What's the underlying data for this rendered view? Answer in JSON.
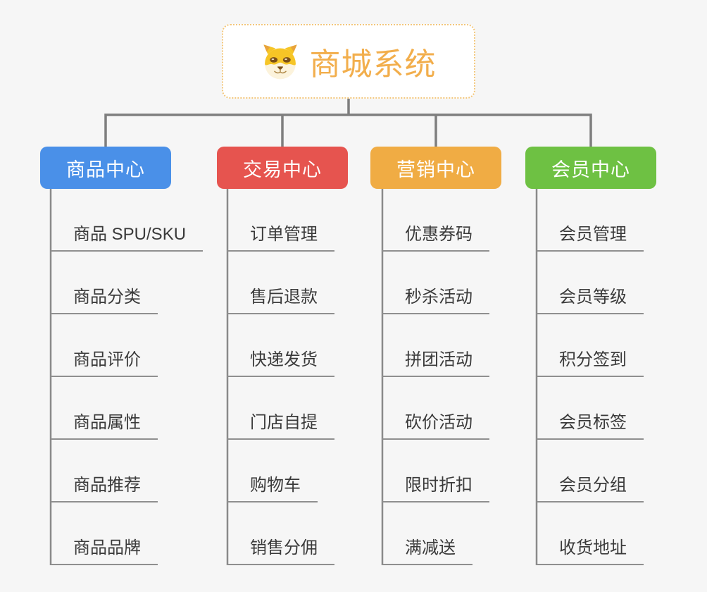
{
  "root": {
    "title": "商城系统",
    "icon": "doge-icon"
  },
  "branches": [
    {
      "label": "商品中心",
      "color": "#4a90e8",
      "items": [
        "商品 SPU/SKU",
        "商品分类",
        "商品评价",
        "商品属性",
        "商品推荐",
        "商品品牌"
      ]
    },
    {
      "label": "交易中心",
      "color": "#e6544f",
      "items": [
        "订单管理",
        "售后退款",
        "快递发货",
        "门店自提",
        "购物车",
        "销售分佣"
      ]
    },
    {
      "label": "营销中心",
      "color": "#f0ac44",
      "items": [
        "优惠券码",
        "秒杀活动",
        "拼团活动",
        "砍价活动",
        "限时折扣",
        "满减送"
      ]
    },
    {
      "label": "会员中心",
      "color": "#6ec143",
      "items": [
        "会员管理",
        "会员等级",
        "积分签到",
        "会员标签",
        "会员分组",
        "收货地址"
      ]
    }
  ],
  "colors": {
    "background": "#f6f6f6",
    "root_text": "#f2ae4c",
    "root_border": "#f3c77c",
    "connector": "#7e7e7e",
    "branch_trunk": "#8a8a8a",
    "item_underline": "#8f8f8f",
    "item_text": "#3a3a3a"
  }
}
